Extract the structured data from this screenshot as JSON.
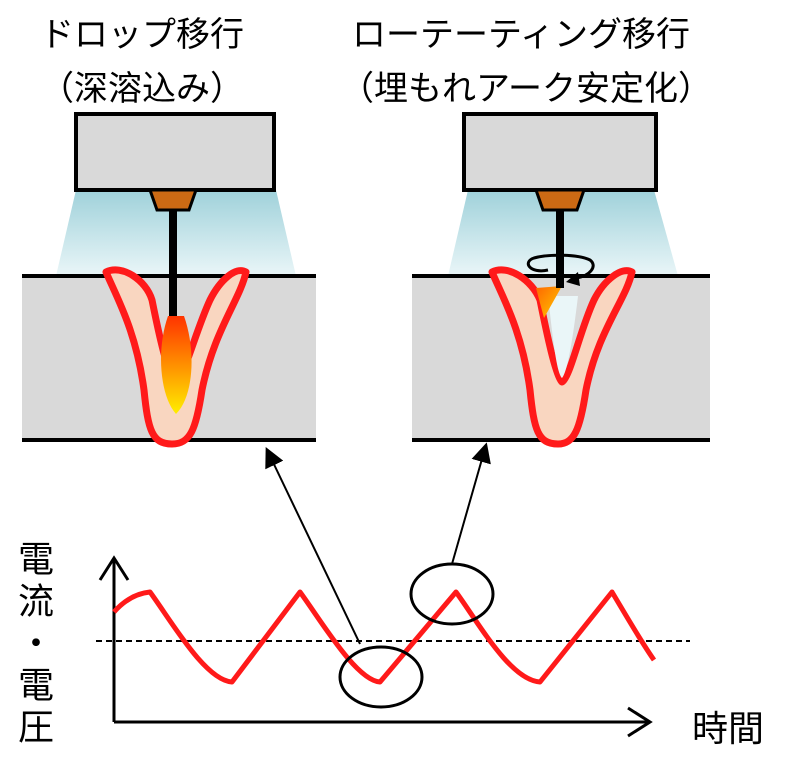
{
  "left_panel": {
    "title": "ドロップ移行",
    "subtitle": "（深溶込み）"
  },
  "right_panel": {
    "title": "ローテーティング移行",
    "subtitle": "（埋もれアーク安定化）"
  },
  "graph": {
    "y_axis_label": "電流・電圧",
    "x_axis_label": "時間"
  },
  "colors": {
    "melt_outline": "#ff1a1a",
    "melt_fill": "#f9d6c0",
    "plate": "#d9d9d9",
    "torch": "#d9d9d9",
    "tip": "#cc6a14",
    "arc_glow": "#a9d6dd",
    "waveform": "#ff1a1a",
    "droplet_top": "#ff3300",
    "droplet_bottom": "#ffee00"
  }
}
